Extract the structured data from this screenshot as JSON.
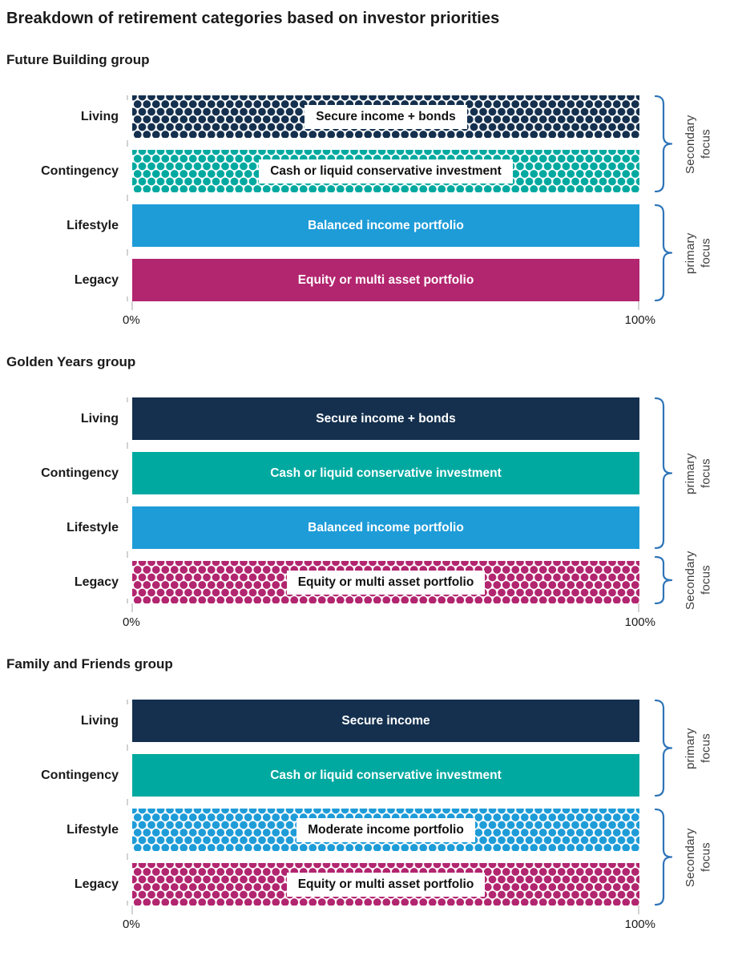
{
  "title": "Breakdown of retirement categories based on investor priorities",
  "colors": {
    "navy": "#14304e",
    "teal": "#00a9a0",
    "blue": "#1e9cd8",
    "magenta": "#b2256f",
    "bracket": "#2e74b8"
  },
  "chart_data": [
    {
      "type": "bar",
      "orientation": "horizontal",
      "title": "Future Building group",
      "categories": [
        "Living",
        "Contingency",
        "Lifestyle",
        "Legacy"
      ],
      "values": [
        100,
        100,
        100,
        100
      ],
      "x_ticks": [
        "0%",
        "100%"
      ],
      "xlim": [
        0,
        100
      ],
      "bars": [
        {
          "category": "Living",
          "segment_label": "Secure income + bonds",
          "value": 100,
          "color": "#14304e",
          "pattern": "dotted",
          "focus": "Secondary focus"
        },
        {
          "category": "Contingency",
          "segment_label": "Cash or liquid conservative investment",
          "value": 100,
          "color": "#00a9a0",
          "pattern": "dotted",
          "focus": "Secondary focus"
        },
        {
          "category": "Lifestyle",
          "segment_label": "Balanced income portfolio",
          "value": 100,
          "color": "#1e9cd8",
          "pattern": "solid",
          "focus": "primary focus"
        },
        {
          "category": "Legacy",
          "segment_label": "Equity or multi asset portfolio",
          "value": 100,
          "color": "#b2256f",
          "pattern": "solid",
          "focus": "primary focus"
        }
      ],
      "brackets": [
        {
          "label": "Secondary focus",
          "rows": [
            0,
            1
          ]
        },
        {
          "label": "primary focus",
          "rows": [
            2,
            3
          ]
        }
      ]
    },
    {
      "type": "bar",
      "orientation": "horizontal",
      "title": "Golden Years group",
      "categories": [
        "Living",
        "Contingency",
        "Lifestyle",
        "Legacy"
      ],
      "values": [
        100,
        100,
        100,
        100
      ],
      "x_ticks": [
        "0%",
        "100%"
      ],
      "xlim": [
        0,
        100
      ],
      "bars": [
        {
          "category": "Living",
          "segment_label": "Secure income + bonds",
          "value": 100,
          "color": "#14304e",
          "pattern": "solid",
          "focus": "primary focus"
        },
        {
          "category": "Contingency",
          "segment_label": "Cash or liquid conservative investment",
          "value": 100,
          "color": "#00a9a0",
          "pattern": "solid",
          "focus": "primary focus"
        },
        {
          "category": "Lifestyle",
          "segment_label": "Balanced income portfolio",
          "value": 100,
          "color": "#1e9cd8",
          "pattern": "solid",
          "focus": "primary focus"
        },
        {
          "category": "Legacy",
          "segment_label": "Equity or multi asset portfolio",
          "value": 100,
          "color": "#b2256f",
          "pattern": "dotted",
          "focus": "Secondary focus"
        }
      ],
      "brackets": [
        {
          "label": "primary focus",
          "rows": [
            0,
            1,
            2
          ]
        },
        {
          "label": "Secondary focus",
          "rows": [
            3
          ]
        }
      ]
    },
    {
      "type": "bar",
      "orientation": "horizontal",
      "title": "Family and Friends group",
      "categories": [
        "Living",
        "Contingency",
        "Lifestyle",
        "Legacy"
      ],
      "values": [
        100,
        100,
        100,
        100
      ],
      "x_ticks": [
        "0%",
        "100%"
      ],
      "xlim": [
        0,
        100
      ],
      "bars": [
        {
          "category": "Living",
          "segment_label": "Secure income",
          "value": 100,
          "color": "#14304e",
          "pattern": "solid",
          "focus": "primary focus"
        },
        {
          "category": "Contingency",
          "segment_label": "Cash or liquid conservative investment",
          "value": 100,
          "color": "#00a9a0",
          "pattern": "solid",
          "focus": "primary focus"
        },
        {
          "category": "Lifestyle",
          "segment_label": "Moderate income portfolio",
          "value": 100,
          "color": "#1e9cd8",
          "pattern": "dotted",
          "focus": "Secondary focus"
        },
        {
          "category": "Legacy",
          "segment_label": "Equity or multi asset portfolio",
          "value": 100,
          "color": "#b2256f",
          "pattern": "dotted",
          "focus": "Secondary focus"
        }
      ],
      "brackets": [
        {
          "label": "primary focus",
          "rows": [
            0,
            1
          ]
        },
        {
          "label": "Secondary focus",
          "rows": [
            2,
            3
          ]
        }
      ]
    }
  ]
}
